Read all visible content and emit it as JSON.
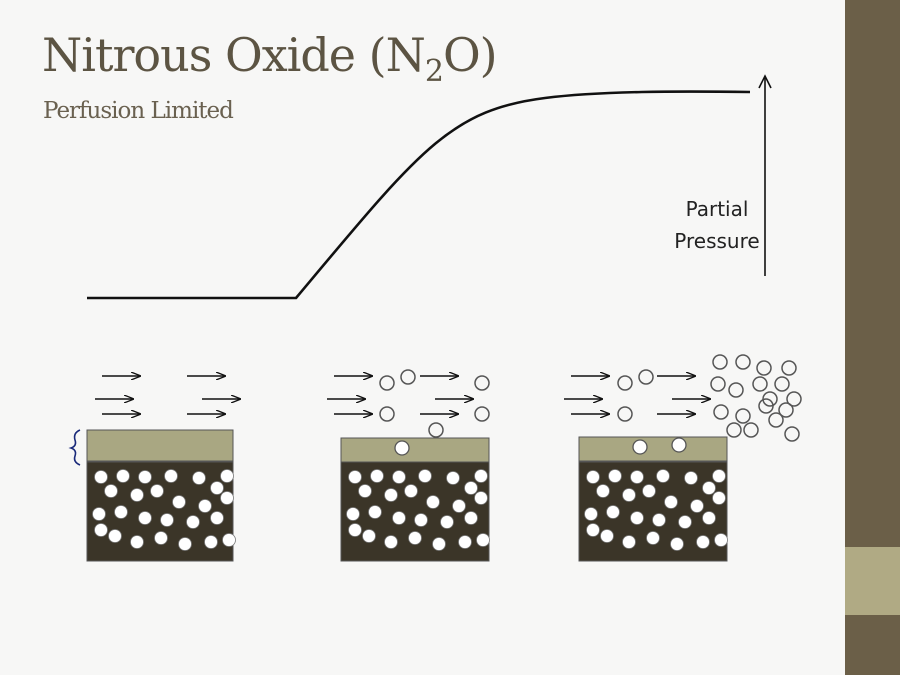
{
  "slide": {
    "title_main": "Nitrous Oxide (N",
    "title_sub": "2",
    "title_end": "O)",
    "subtitle": "Perfusion Limited",
    "axis_label_line1": "Partial",
    "axis_label_line2": "Pressure"
  },
  "colors": {
    "sidebar": "#6b5f48",
    "sidebar_accent": "#b0aa84",
    "membrane": "#a9a782",
    "blood": "#3b3528",
    "title": "#5c5443"
  },
  "icons": {
    "brace": "left-curly-brace-icon",
    "flow": "right-arrow-icon",
    "molecule": "circle-molecule-icon"
  }
}
